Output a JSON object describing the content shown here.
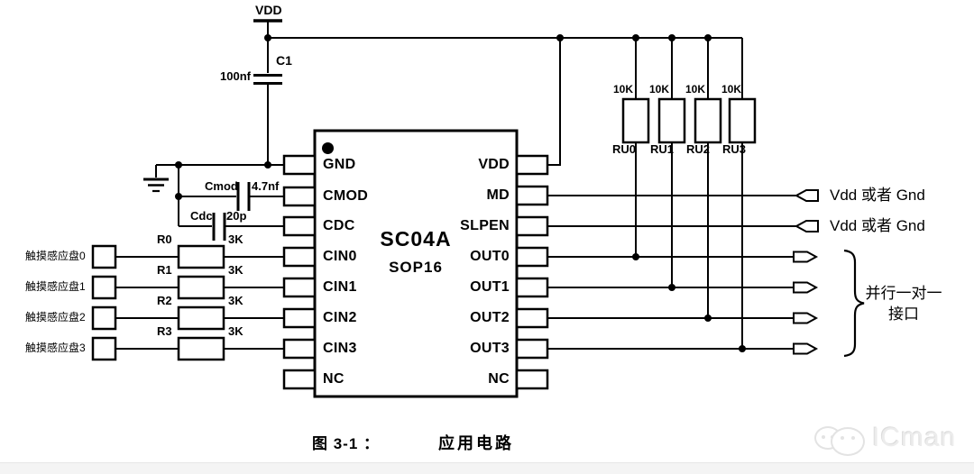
{
  "power": {
    "vdd": "VDD"
  },
  "capacitors": {
    "c1": {
      "name": "C1",
      "value": "100nf"
    },
    "cmod": {
      "name": "Cmod",
      "value": "4.7nf"
    },
    "cdc": {
      "name": "Cdc",
      "value": "20p"
    }
  },
  "chip": {
    "part": "SC04A",
    "package": "SOP16",
    "left_pins": [
      "GND",
      "CMOD",
      "CDC",
      "CIN0",
      "CIN1",
      "CIN2",
      "CIN3",
      "NC"
    ],
    "right_pins": [
      "VDD",
      "MD",
      "SLPEN",
      "OUT0",
      "OUT1",
      "OUT2",
      "OUT3",
      "NC"
    ]
  },
  "touch_inputs": [
    {
      "pad": "触摸感应盘0",
      "resistor": "R0",
      "value": "3K"
    },
    {
      "pad": "触摸感应盘1",
      "resistor": "R1",
      "value": "3K"
    },
    {
      "pad": "触摸感应盘2",
      "resistor": "R2",
      "value": "3K"
    },
    {
      "pad": "触摸感应盘3",
      "resistor": "R3",
      "value": "3K"
    }
  ],
  "pullup_resistors": [
    {
      "value": "10K",
      "name": "RU0"
    },
    {
      "value": "10K",
      "name": "RU1"
    },
    {
      "value": "10K",
      "name": "RU2"
    },
    {
      "value": "10K",
      "name": "RU3"
    }
  ],
  "annotations": {
    "md_level": "Vdd 或者 Gnd",
    "slpen_level": "Vdd 或者 Gnd",
    "out_group_line1": "并行一对一",
    "out_group_line2": "接口"
  },
  "caption": {
    "prefix": "图  3-1 ：",
    "title": "应用电路"
  },
  "watermark": {
    "text": "ICman"
  },
  "colors": {
    "wire": "#000000",
    "footer_bg": "#f4f4f4"
  }
}
